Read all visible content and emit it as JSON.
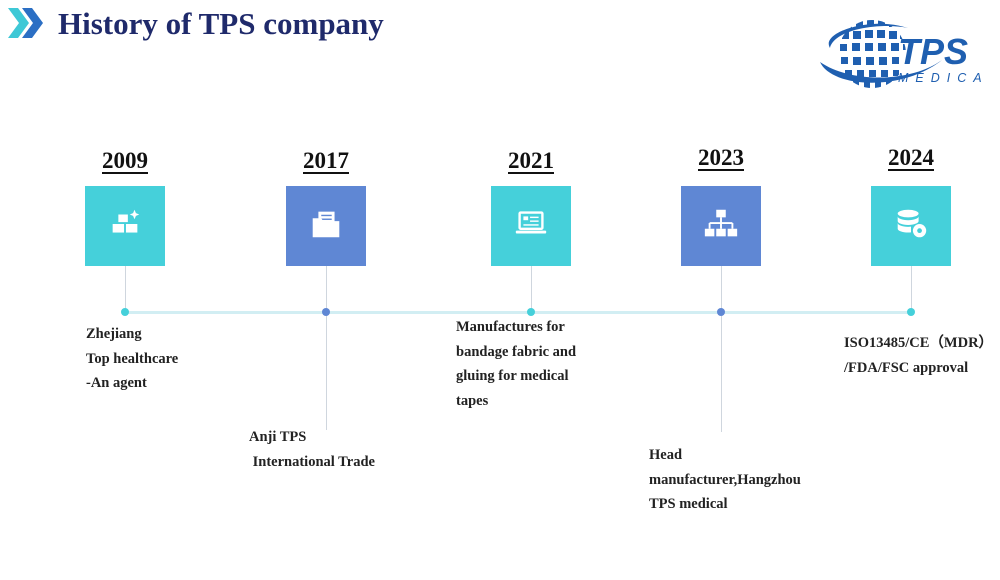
{
  "header": {
    "title": "History of TPS company"
  },
  "logo": {
    "text": "TPS",
    "subtext": "MEDICA",
    "color": "#1f5fb0"
  },
  "colors": {
    "teal": "#45d0da",
    "blue": "#5f87d4",
    "line": "#d2eef3"
  },
  "timeline": [
    {
      "year": "2009",
      "icon": "gold-bars-icon",
      "box_color": "#45d0da",
      "lines": [
        "Zhejiang",
        "Top healthcare",
        "-An agent"
      ]
    },
    {
      "year": "2017",
      "icon": "folder-icon",
      "box_color": "#5f87d4",
      "lines": [
        "Anji TPS",
        " International Trade"
      ]
    },
    {
      "year": "2021",
      "icon": "laptop-icon",
      "box_color": "#45d0da",
      "lines": [
        "Manufactures for",
        "bandage fabric and",
        "gluing for medical",
        "tapes"
      ]
    },
    {
      "year": "2023",
      "icon": "sitemap-icon",
      "box_color": "#5f87d4",
      "lines": [
        "Head",
        "manufacturer,Hangzhou",
        "TPS medical"
      ]
    },
    {
      "year": "2024",
      "icon": "database-gear-icon",
      "box_color": "#45d0da",
      "lines": [
        "ISO13485/CE（MDR）",
        "/FDA/FSC approval"
      ]
    }
  ]
}
